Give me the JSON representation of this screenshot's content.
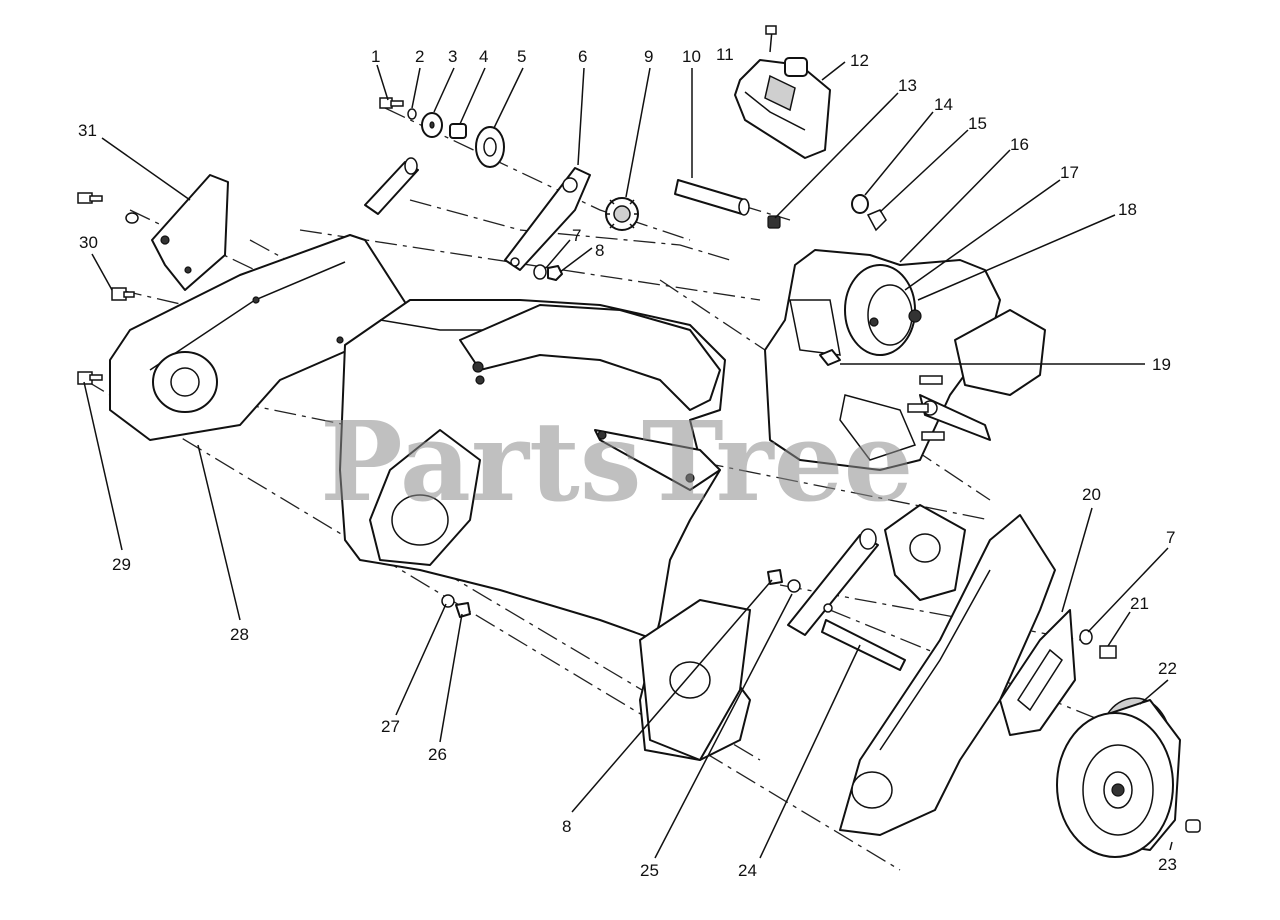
{
  "watermark": "PartsTree",
  "callouts": [
    {
      "id": "c1",
      "label": "1"
    },
    {
      "id": "c2",
      "label": "2"
    },
    {
      "id": "c3",
      "label": "3"
    },
    {
      "id": "c4",
      "label": "4"
    },
    {
      "id": "c5",
      "label": "5"
    },
    {
      "id": "c6",
      "label": "6"
    },
    {
      "id": "c9",
      "label": "9"
    },
    {
      "id": "c10",
      "label": "10"
    },
    {
      "id": "c11",
      "label": "11"
    },
    {
      "id": "c12",
      "label": "12"
    },
    {
      "id": "c13",
      "label": "13"
    },
    {
      "id": "c14",
      "label": "14"
    },
    {
      "id": "c15",
      "label": "15"
    },
    {
      "id": "c16",
      "label": "16"
    },
    {
      "id": "c17",
      "label": "17"
    },
    {
      "id": "c18",
      "label": "18"
    },
    {
      "id": "c19",
      "label": "19"
    },
    {
      "id": "c7a",
      "label": "7"
    },
    {
      "id": "c8a",
      "label": "8"
    },
    {
      "id": "c20",
      "label": "20"
    },
    {
      "id": "c7b",
      "label": "7"
    },
    {
      "id": "c21",
      "label": "21"
    },
    {
      "id": "c22",
      "label": "22"
    },
    {
      "id": "c23",
      "label": "23"
    },
    {
      "id": "c24",
      "label": "24"
    },
    {
      "id": "c25",
      "label": "25"
    },
    {
      "id": "c8b",
      "label": "8"
    },
    {
      "id": "c26",
      "label": "26"
    },
    {
      "id": "c27",
      "label": "27"
    },
    {
      "id": "c28",
      "label": "28"
    },
    {
      "id": "c29",
      "label": "29"
    },
    {
      "id": "c30",
      "label": "30"
    },
    {
      "id": "c31",
      "label": "31"
    }
  ]
}
